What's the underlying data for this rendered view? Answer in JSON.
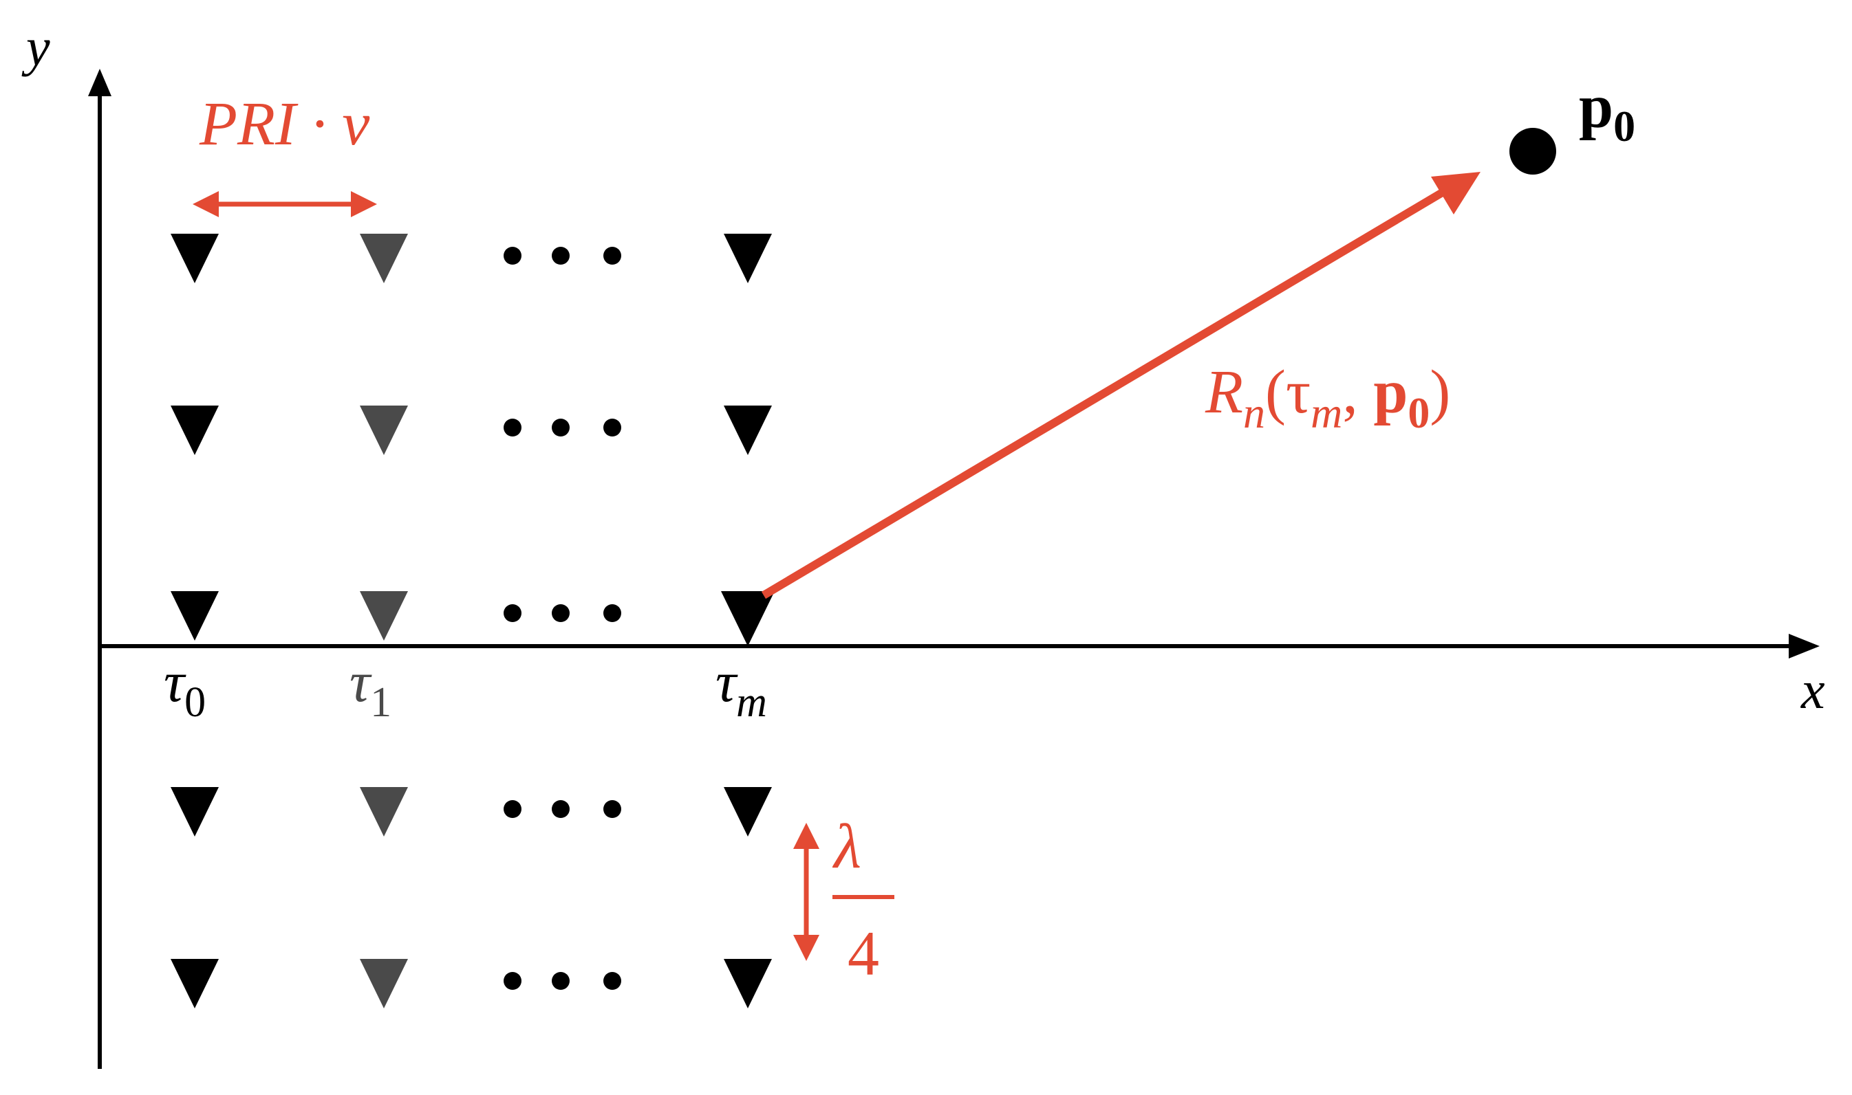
{
  "labels": {
    "y_axis": "y",
    "x_axis": "x",
    "tau_symbol": "τ",
    "tau_subscripts": [
      "0",
      "1",
      "m"
    ],
    "pri_text": "PRI · v",
    "range_R": "R",
    "range_sub_n": "n",
    "range_open": "(τ",
    "range_sub_m": "m",
    "range_comma": ", ",
    "range_p": "p",
    "range_p_sub": "0",
    "range_close": ")",
    "point_p": "p",
    "point_p_sub": "0",
    "lambda_num": "λ",
    "lambda_den": "4",
    "ellipsis": "…"
  },
  "colors": {
    "accent": "#e34a33",
    "ink": "#000000",
    "gray_marker": "#4a4a4a"
  },
  "grid": {
    "columns": [
      "τ0",
      "τ1",
      "…",
      "τm"
    ],
    "rows_above_axis": 3,
    "rows_below_axis": 2,
    "column_shades": [
      "black",
      "gray",
      "dots",
      "black"
    ]
  }
}
